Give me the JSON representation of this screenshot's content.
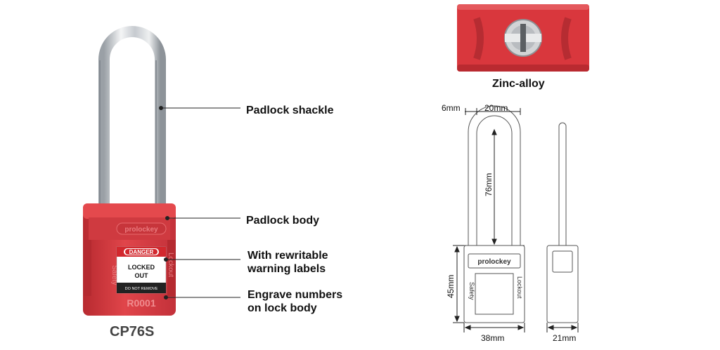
{
  "product": {
    "model": "CP76S",
    "brand_mark": "prolockey",
    "side_text_left": "Safety",
    "side_text_right": "Lockout",
    "label_tag": {
      "header": "DANGER",
      "line1": "LOCKED",
      "line2": "OUT",
      "footer": "DO NOT REMOVE"
    },
    "engraving": "R0001",
    "body_color": "#d8343a",
    "shackle_color": "#c9ccd0"
  },
  "callouts": [
    {
      "label": "Padlock shackle"
    },
    {
      "label": "Padlock body"
    },
    {
      "label": "With rewritable\nwarning labels"
    },
    {
      "label": "Engrave numbers\non lock body"
    }
  ],
  "keyway": {
    "material_label": "Zinc-alloy"
  },
  "drawing": {
    "dim_top_left": "6mm",
    "dim_top_right": "20mm",
    "dim_shackle_height": "76mm",
    "dim_body_height": "45mm",
    "dim_width_front": "38mm",
    "dim_width_side": "21mm",
    "side_text_left": "Safety",
    "side_text_right": "Lockout",
    "brand_mark": "prolockey"
  }
}
